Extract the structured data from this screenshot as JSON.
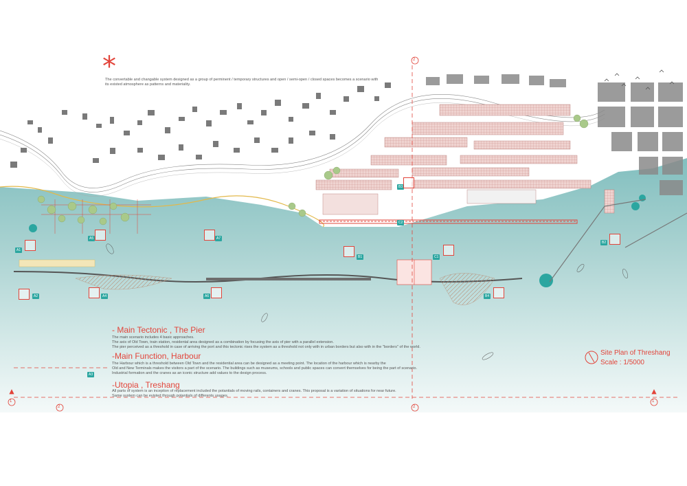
{
  "intro": {
    "asterisk": "*",
    "line1": "The convertable and changable system designed as a group of perminent / temporary structures and open / semi-open / closed spaces becomes a scenario with",
    "line2": "its existed atmosphere as patterns and materiality."
  },
  "sections": [
    {
      "title": "- Main Tectonic , The Pier",
      "lines": [
        "The main scenario includes 4 basic approaches.",
        "The axis of Old Town, train station, residental area designed as a combination by focusing the axis of pier with a parallel extension.",
        "The pier perceived as a threshold in case of arriving the port and this tectonic rises the system as a threshold not only with in urban borders but also with in the \"borders\" of the world."
      ]
    },
    {
      "title": "-Main Function, Harbour",
      "lines": [
        "The Harbour which is a threshold between Old Town and the residential area can be designed as a meeting point. The location of the harbour which is nearby the",
        "Old and New Terminals makes the visitors a part of the scenario. The buildings such as museums, schools and public spaces can convert themselves for being the part of scenario.",
        "Industrial formation and the cranes as an iconic structure add values to the design process."
      ]
    },
    {
      "title": "-Utopia , Treshang",
      "lines": [
        "All parts of system is an inception of replacement included the potantials of moving rails, containers and cranes. This proposal is a variation of situations for near future.",
        "Same system can be evisted through potantials of differents usages."
      ]
    }
  ],
  "plan_title": {
    "name": "Site Plan of Threshang",
    "scale": "Scale : 1/5000"
  },
  "zone_labels": [
    "A1",
    "A2",
    "A3",
    "A4",
    "A5",
    "A6",
    "A7",
    "B1",
    "B2",
    "B3",
    "B4",
    "C1",
    "C2"
  ],
  "section_markers": [
    "1",
    "2"
  ],
  "colors": {
    "water": "#8fc6c6",
    "water_light": "#cfe6e4",
    "accent_red": "#e2443a",
    "label_teal": "#2ba6a0",
    "building_pink": "#e3b7b5",
    "tree_green": "#a9c98a",
    "path_yellow": "#e2b84a",
    "urban_gray": "#6e6e6e"
  },
  "icons": [
    "north-arrow-icon",
    "section-marker-icon",
    "bird-flock-icon",
    "crane-icon",
    "boat-icon"
  ]
}
